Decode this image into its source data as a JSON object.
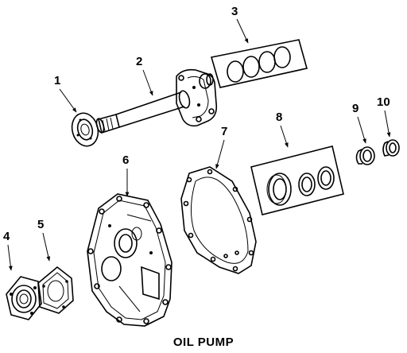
{
  "caption": "OIL PUMP",
  "callouts": [
    "1",
    "2",
    "3",
    "4",
    "5",
    "6",
    "7",
    "8",
    "9",
    "10"
  ],
  "colors": {
    "ink": "#000000",
    "background": "#ffffff"
  }
}
